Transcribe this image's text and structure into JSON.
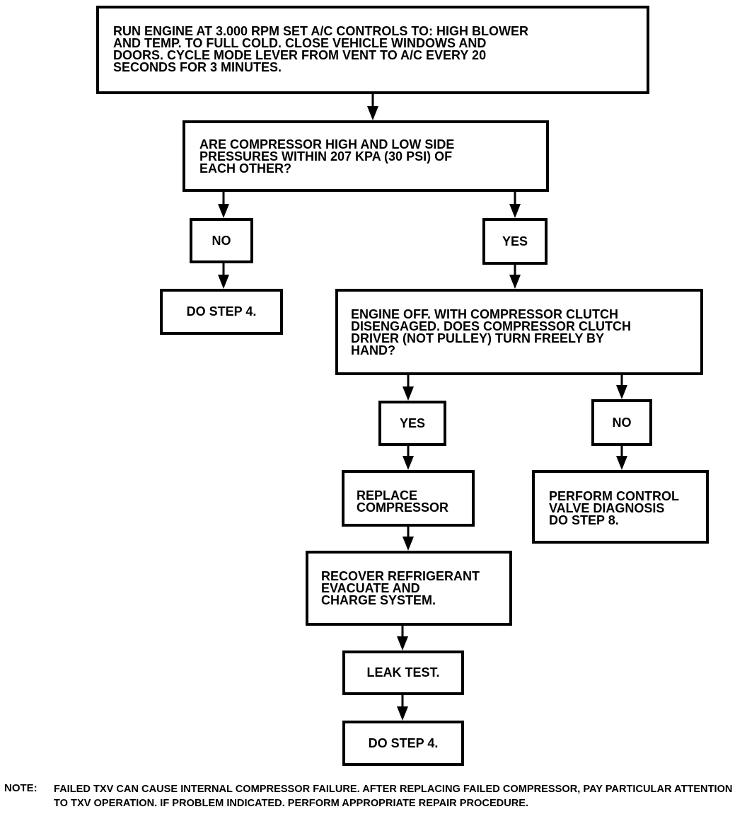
{
  "flowchart": {
    "start": "RUN ENGINE AT 3.000 rpm SET A/C CONTROLS TO: HIGH BLOWER\nAND TEMP. TO FULL COLD. CLOSE VEHICLE WINDOWS AND\nDOORS. CYCLE MODE LEVER FROM VENT TO A/C EVERY 20\nSECONDS FOR 3 MINUTES.",
    "question1": "ARE COMPRESSOR HIGH AND LOW SIDE\nPRESSURES WITHIN 207 kpa (30 psi) OF\nEACH OTHER?",
    "q1_no": "NO",
    "q1_yes": "YES",
    "q1_no_action": "DO STEP 4.",
    "question2": "ENGINE OFF. WITH COMPRESSOR CLUTCH\nDISENGAGED. DOES COMPRESSOR CLUTCH\nDRIVER (NOT PULLEY) TURN FREELY BY\nHAND?",
    "q2_yes": "YES",
    "q2_no": "NO",
    "replace": "REPLACE\nCOMPRESSOR",
    "perform": "PERFORM CONTROL\nVALVE DIAGNOSIS\nDO STEP 8.",
    "recover": "RECOVER REFRIGERANT\nEVACUATE AND\nCHARGE SYSTEM.",
    "leak": "LEAK TEST.",
    "final": "DO STEP 4."
  },
  "note": {
    "label": "NOTE:",
    "text": "FAILED TXV CAN CAUSE INTERNAL COMPRESSOR FAILURE. AFTER REPLACING FAILED COMPRESSOR, PAY PARTICULAR ATTENTION TO TXV OPERATION. IF PROBLEM INDICATED. PERFORM APPROPRIATE REPAIR PROCEDURE."
  }
}
